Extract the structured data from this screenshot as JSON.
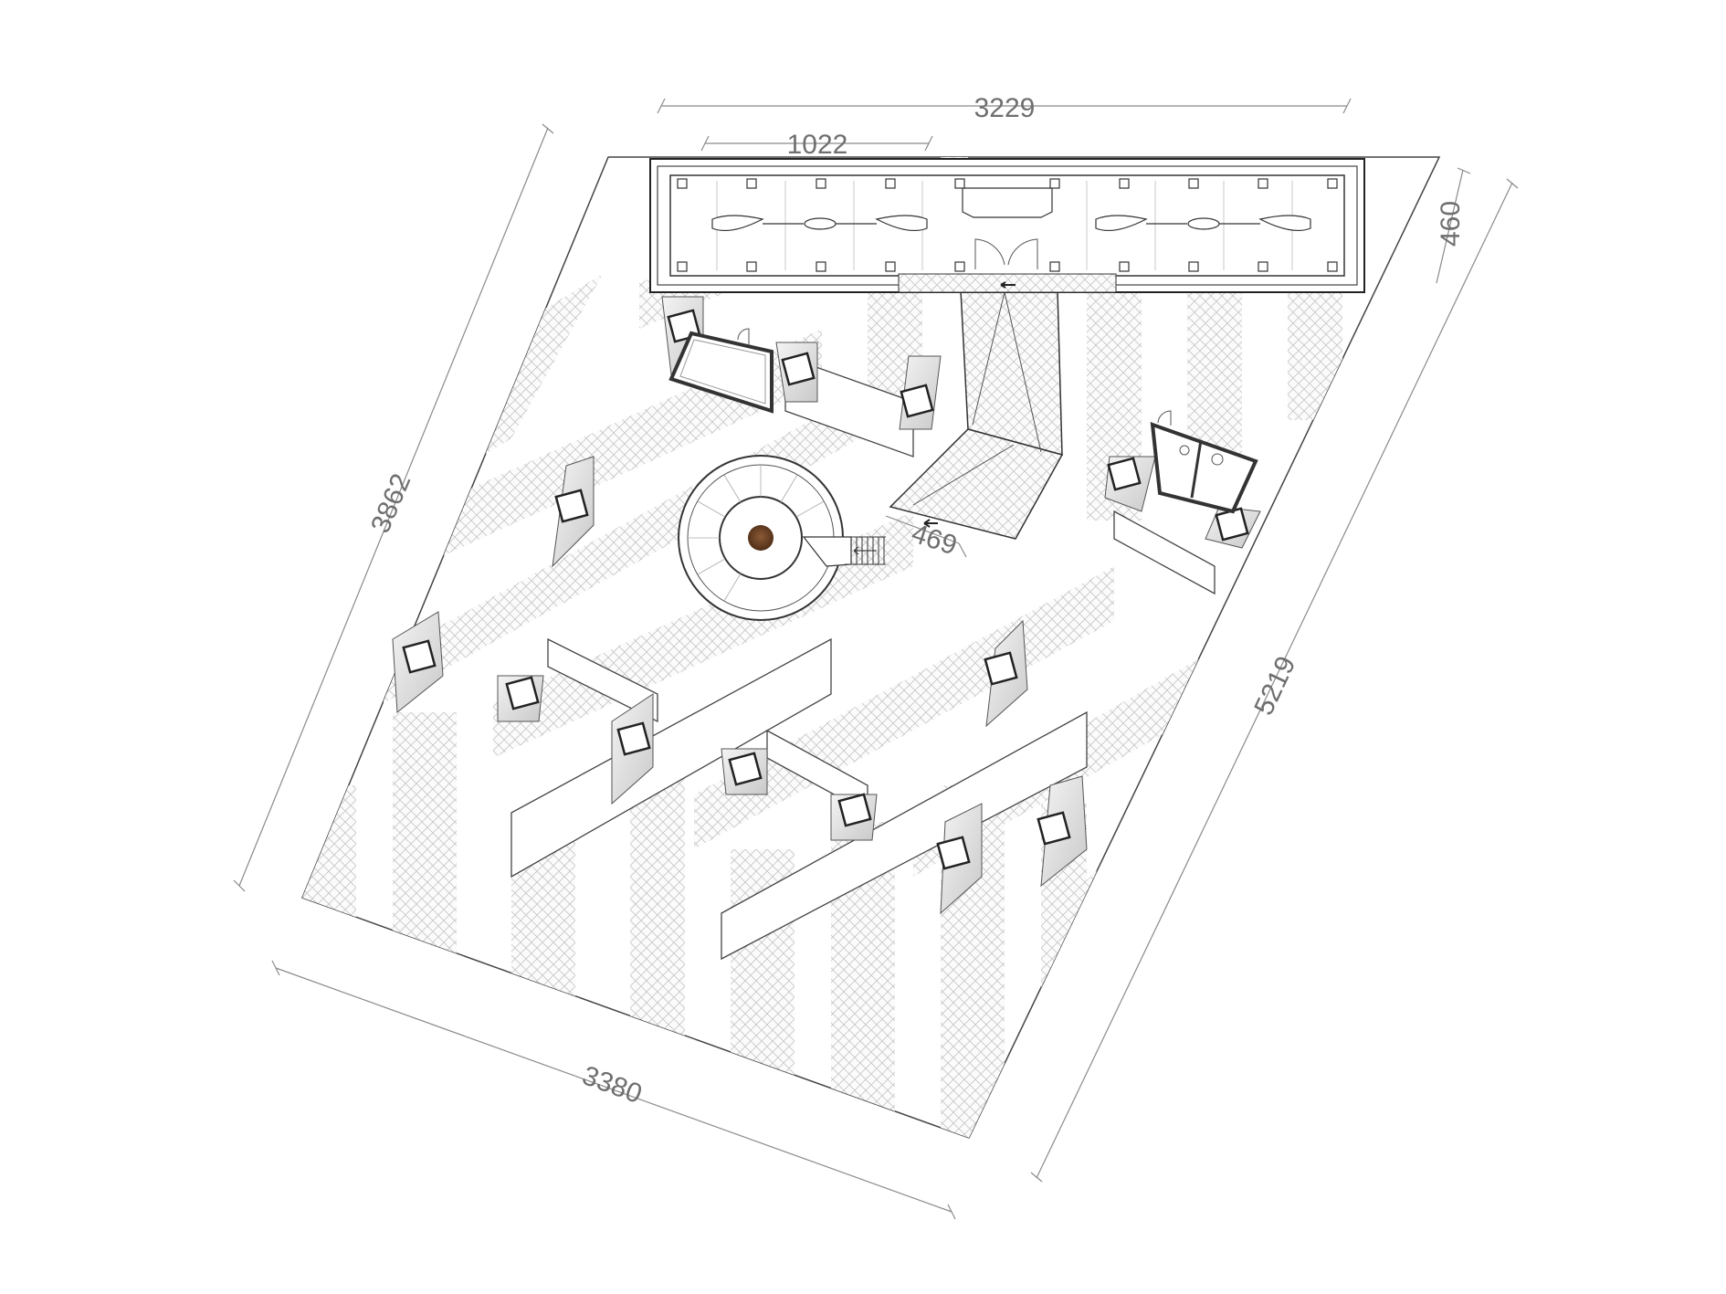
{
  "dimensions": {
    "top_overall": "3229",
    "top_module": "1022",
    "right_short": "460",
    "left_side": "3862",
    "right_side": "5219",
    "bottom_side": "3380",
    "ramp": "469"
  },
  "colors": {
    "line": "#333333",
    "dimension": "#8a8a8a",
    "hatch": "#bdbdbd",
    "shade": "#d6d6d6",
    "column_core": "#6b3f22"
  }
}
